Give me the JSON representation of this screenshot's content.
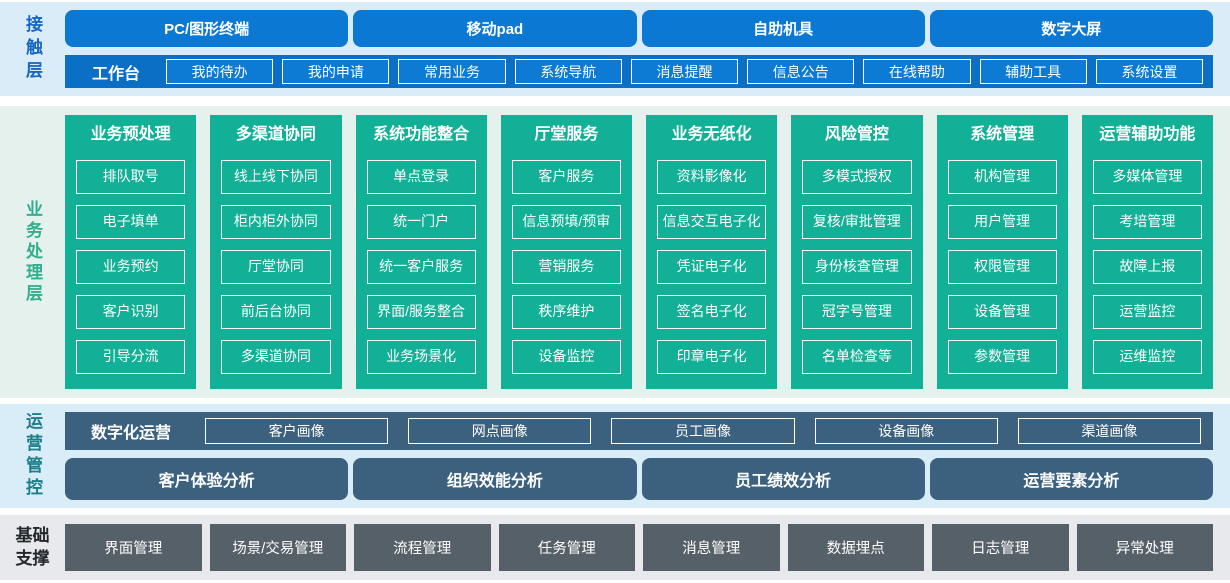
{
  "colors": {
    "blue_button": "#0b79d3",
    "blue_bar": "#0b6fc6",
    "contact_label": "#1565c3",
    "contact_band_bg": "#d9ecf8",
    "green_panel": "#12b096",
    "business_label": "#30ae8e",
    "business_band_bg": "#e4f1ed",
    "slate_panel": "#3c617f",
    "operations_label": "#1c7e8a",
    "operations_band_bg": "#d9edf8",
    "gray_box": "#566069",
    "foundation_label": "#23272c",
    "foundation_band_bg": "#e7e9ec"
  },
  "layers": {
    "contact": {
      "label": "接触层",
      "terminals": [
        "PC/图形终端",
        "移动pad",
        "自助机具",
        "数字大屏"
      ],
      "workbench": {
        "label": "工作台",
        "items": [
          "我的待办",
          "我的申请",
          "常用业务",
          "系统导航",
          "消息提醒",
          "信息公告",
          "在线帮助",
          "辅助工具",
          "系统设置"
        ]
      }
    },
    "business": {
      "label": "业务处理层",
      "columns": [
        {
          "title": "业务预处理",
          "items": [
            "排队取号",
            "电子填单",
            "业务预约",
            "客户识别",
            "引导分流"
          ]
        },
        {
          "title": "多渠道协同",
          "items": [
            "线上线下协同",
            "柜内柜外协同",
            "厅堂协同",
            "前后台协同",
            "多渠道协同"
          ]
        },
        {
          "title": "系统功能整合",
          "items": [
            "单点登录",
            "统一门户",
            "统一客户服务",
            "界面/服务整合",
            "业务场景化"
          ]
        },
        {
          "title": "厅堂服务",
          "items": [
            "客户服务",
            "信息预填/预审",
            "营销服务",
            "秩序维护",
            "设备监控"
          ]
        },
        {
          "title": "业务无纸化",
          "items": [
            "资料影像化",
            "信息交互电子化",
            "凭证电子化",
            "签名电子化",
            "印章电子化"
          ]
        },
        {
          "title": "风险管控",
          "items": [
            "多模式授权",
            "复核/审批管理",
            "身份核查管理",
            "冠字号管理",
            "名单检查等"
          ]
        },
        {
          "title": "系统管理",
          "items": [
            "机构管理",
            "用户管理",
            "权限管理",
            "设备管理",
            "参数管理"
          ]
        },
        {
          "title": "运营辅助功能",
          "items": [
            "多媒体管理",
            "考培管理",
            "故障上报",
            "运营监控",
            "运维监控"
          ]
        }
      ]
    },
    "operations": {
      "label": "运营管控",
      "digital": {
        "label": "数字化运营",
        "items": [
          "客户画像",
          "网点画像",
          "员工画像",
          "设备画像",
          "渠道画像"
        ]
      },
      "analysis": [
        "客户体验分析",
        "组织效能分析",
        "员工绩效分析",
        "运营要素分析"
      ]
    },
    "foundation": {
      "label": "基础支撑",
      "items": [
        "界面管理",
        "场景/交易管理",
        "流程管理",
        "任务管理",
        "消息管理",
        "数据埋点",
        "日志管理",
        "异常处理"
      ]
    }
  }
}
